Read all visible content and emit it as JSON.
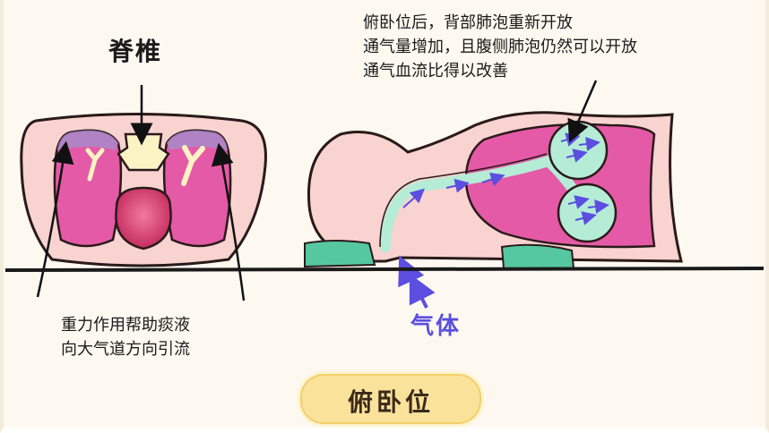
{
  "labels": {
    "spine": "脊椎",
    "gravity_note": [
      "重力作用帮助痰液",
      "向大气道方向引流"
    ],
    "prone_note": [
      "俯卧位后，背部肺泡重新开放",
      "通气量增加，且腹侧肺泡仍然可以开放",
      "通气血流比得以改善"
    ],
    "gas": "气体",
    "position_badge": "俯卧位"
  },
  "colors": {
    "skin": "#f8d3cf",
    "lung": "#e45aa6",
    "lung_dark": "#d24894",
    "heart": "#d93a6e",
    "vertebra": "#fbf3c4",
    "airway": "#b5ecd6",
    "pad": "#55c8a1",
    "gas_arrow": "#5b4ee0",
    "badge": "#fbe29b"
  }
}
